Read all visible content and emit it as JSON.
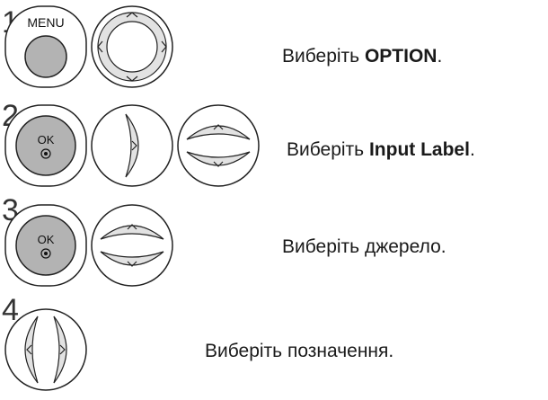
{
  "steps": [
    {
      "number": "1",
      "buttons": [
        "menu-button",
        "four-way-navigation-pad"
      ],
      "menu_label": "MENU",
      "text_prefix": "Виберіть ",
      "text_bold": "OPTION",
      "text_suffix": "."
    },
    {
      "number": "2",
      "buttons": [
        "ok-button",
        "right-arrow-button",
        "up-down-button"
      ],
      "ok_label": "OK",
      "text_prefix": "Виберіть ",
      "text_bold": "Input Label",
      "text_suffix": "."
    },
    {
      "number": "3",
      "buttons": [
        "ok-button",
        "up-down-button"
      ],
      "ok_label": "OK",
      "text_prefix": "Виберіть джерело.",
      "text_bold": "",
      "text_suffix": ""
    },
    {
      "number": "4",
      "buttons": [
        "left-right-button"
      ],
      "text_prefix": "Виберіть позначення.",
      "text_bold": "",
      "text_suffix": ""
    }
  ]
}
